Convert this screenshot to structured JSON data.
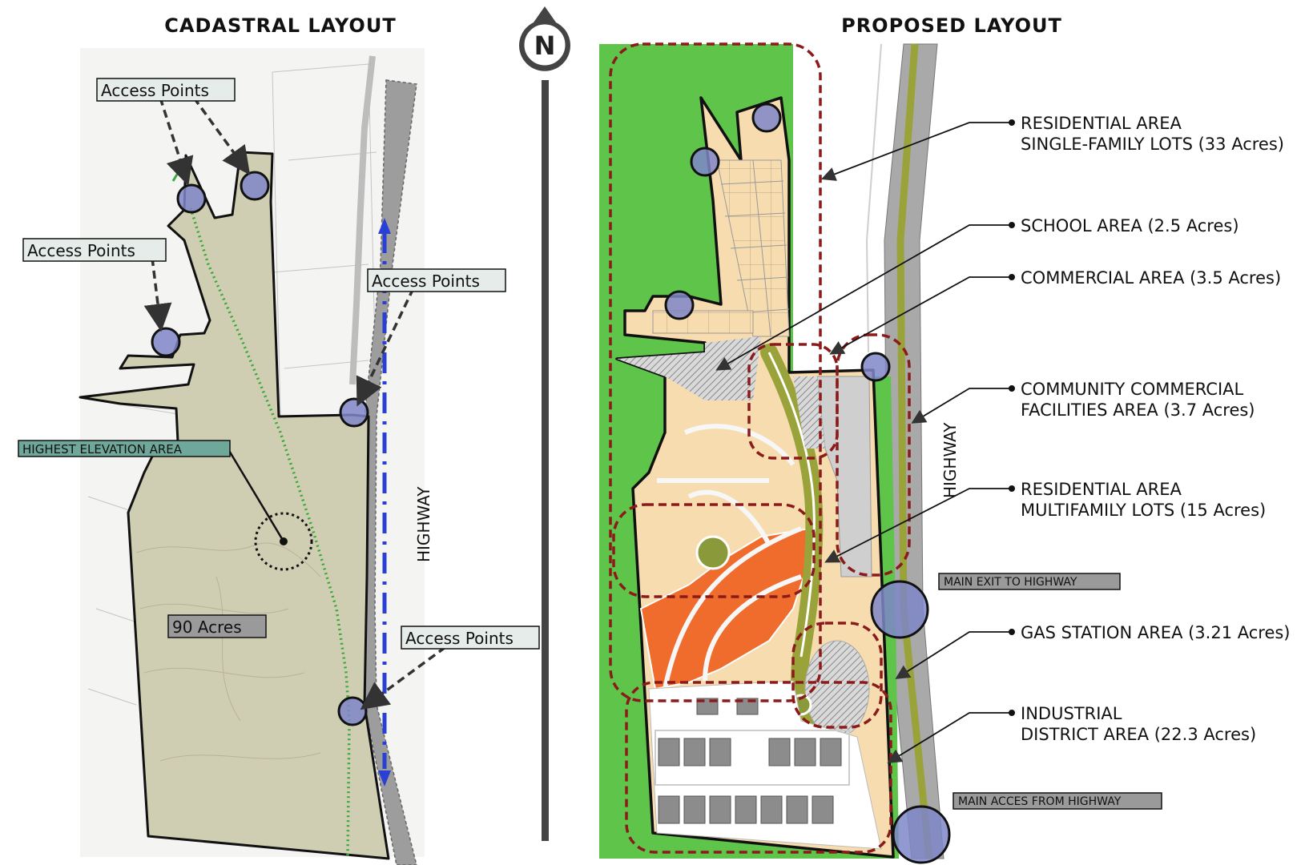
{
  "titles": {
    "left": "CADASTRAL LAYOUT",
    "right": "PROPOSED LAYOUT",
    "north": "N"
  },
  "left_labels": {
    "access_1": "Access Points",
    "access_2": "Access Points",
    "access_3": "Access Points",
    "access_4": "Access Points",
    "elevation": "HIGHEST ELEVATION AREA",
    "area": "90 Acres",
    "highway": "HIGHWAY"
  },
  "right_labels": {
    "highway": "HIGHWAY",
    "main_exit": "MAIN EXIT TO HIGHWAY",
    "main_access": "MAIN ACCES FROM HIGHWAY"
  },
  "legend": [
    {
      "line1": "RESIDENTIAL AREA",
      "line2": "SINGLE-FAMILY LOTS (33 Acres)"
    },
    {
      "line1": "SCHOOL AREA (2.5 Acres)",
      "line2": ""
    },
    {
      "line1": "COMMERCIAL AREA (3.5 Acres)",
      "line2": ""
    },
    {
      "line1": "COMMUNITY COMMERCIAL",
      "line2": "FACILITIES AREA (3.7 Acres)"
    },
    {
      "line1": "RESIDENTIAL AREA",
      "line2": "MULTIFAMILY LOTS (15 Acres)"
    },
    {
      "line1": "GAS STATION AREA (3.21 Acres)",
      "line2": ""
    },
    {
      "line1": "INDUSTRIAL",
      "line2": "DISTRICT AREA (22.3 Acres)"
    }
  ],
  "colors": {
    "parcel_fill": "#cfcdb2",
    "highway_gray": "#9d9d9d",
    "access_circle": "#7f86c8",
    "green_space": "#5ec44a",
    "residential": "#f7dcb0",
    "multifamily": "#ef6c2c",
    "zone_dash": "#8b1a1a",
    "blue_arrow": "#2a3fd4",
    "elevation_green": "#6fa79a",
    "trail_green": "#3aa83a"
  }
}
